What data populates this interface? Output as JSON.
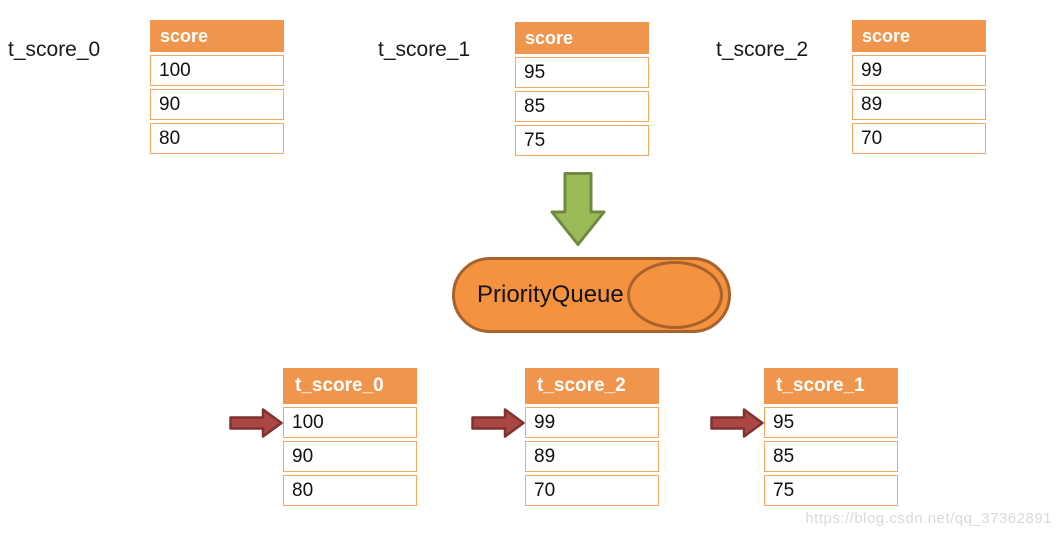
{
  "top_tables": [
    {
      "label": "t_score_0",
      "header": "score",
      "rows": [
        "100",
        "90",
        "80"
      ]
    },
    {
      "label": "t_score_1",
      "header": "score",
      "rows": [
        "95",
        "85",
        "75"
      ]
    },
    {
      "label": "t_score_2",
      "header": "score",
      "rows": [
        "99",
        "89",
        "70"
      ]
    }
  ],
  "queue": {
    "label": "PriorityQueue"
  },
  "bottom_tables": [
    {
      "header": "t_score_0",
      "rows": [
        "100",
        "90",
        "80"
      ]
    },
    {
      "header": "t_score_2",
      "rows": [
        "99",
        "89",
        "70"
      ]
    },
    {
      "header": "t_score_1",
      "rows": [
        "95",
        "85",
        "75"
      ]
    }
  ],
  "watermark": "https://blog.csdn.net/qq_37362891",
  "colors": {
    "header_orange": "#F0954C",
    "row_border": "#F4A761",
    "cyl_fill": "#F59240",
    "cyl_stroke": "#A8622C",
    "green_fill": "#9BBB59",
    "green_stroke": "#71893F",
    "red_fill": "#AA4744",
    "red_stroke": "#7F3230",
    "watermark": "#D9D9D9"
  }
}
